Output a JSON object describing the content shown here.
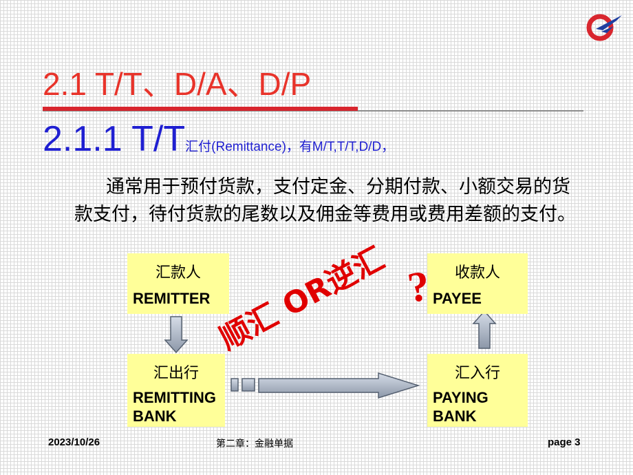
{
  "title": "2.1  T/T、D/A、D/P",
  "subtitle": {
    "main": "2.1.1 T/T",
    "note": "汇付(Remittance)，有M/T,T/T,D/D，"
  },
  "body_text": "通常用于预付货款，支付定金、分期付款、小额交易的货款支付，待付货款的尾数以及佣金等费用或费用差额的支付。",
  "diagram": {
    "remitter": {
      "cn": "汇款人",
      "en": "REMITTER"
    },
    "payee": {
      "cn": "收款人",
      "en": "PAYEE"
    },
    "remitting_bank": {
      "cn": "汇出行",
      "en_line1": "REMITTING",
      "en_line2": "BANK"
    },
    "paying_bank": {
      "cn": "汇入行",
      "en_line1": "PAYING",
      "en_line2": "BANK"
    },
    "annotation": "顺汇 OR逆汇",
    "question_mark": "?",
    "box_color": "#ffff99",
    "accent_color": "#e00000"
  },
  "footer": {
    "date": "2023/10/26",
    "chapter": "第二章：金融单据",
    "page": "page 3"
  }
}
